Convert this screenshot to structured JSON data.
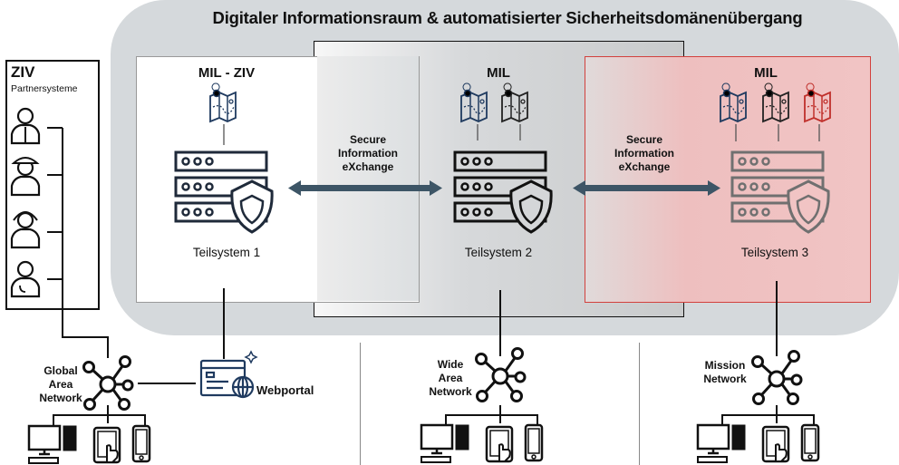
{
  "title": "Digitaler Informationsraum & automatisierter Sicherheitsdomänenübergang",
  "partner_box": {
    "title": "ZIV",
    "subtitle": "Partnersysteme",
    "personas": [
      "business-person-icon",
      "police-officer-icon",
      "firefighter-icon",
      "doctor-icon"
    ]
  },
  "domains": [
    {
      "title": "MIL - ZIV",
      "subsystem": "Teilsystem 1",
      "map_icons": [
        "#1f3a5f"
      ],
      "accent": "#1f3a5f"
    },
    {
      "title": "MIL",
      "subsystem": "Teilsystem 2",
      "map_icons": [
        "#1f3a5f",
        "#222222"
      ],
      "accent": "#111111"
    },
    {
      "title": "MIL",
      "subsystem": "Teilsystem 3",
      "map_icons": [
        "#1f3a5f",
        "#222222",
        "#c0302b"
      ],
      "accent": "#6c6c6c",
      "border_color": "#d2413d"
    }
  ],
  "exchanges": [
    {
      "label_line1": "Secure",
      "label_line2": "Information",
      "label_line3": "eXchange"
    },
    {
      "label_line1": "Secure",
      "label_line2": "Information",
      "label_line3": "eXchange"
    }
  ],
  "networks": [
    {
      "line1": "Global",
      "line2": "Area",
      "line3": "Network"
    },
    {
      "line1": "Wide",
      "line2": "Area",
      "line3": "Network"
    },
    {
      "line1": "Mission",
      "line2": "Network"
    }
  ],
  "webportal": {
    "label": "Webportal"
  },
  "colors": {
    "arrow": "#3d5566",
    "navy": "#1f3a5f",
    "red": "#c0302b",
    "panel_bg": "#d5d9dc"
  }
}
